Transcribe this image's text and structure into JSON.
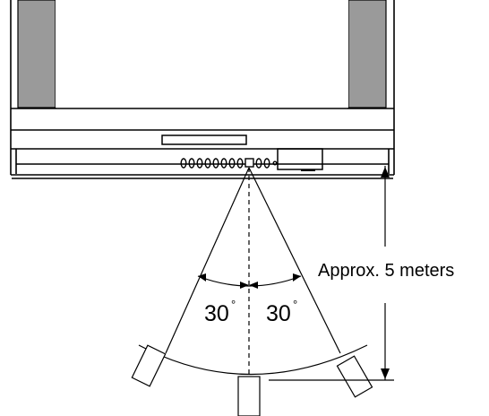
{
  "diagram": {
    "distance_label": "Approx. 5 meters",
    "angle_left_label": "30",
    "angle_right_label": "30",
    "degree_symbol": "°"
  }
}
